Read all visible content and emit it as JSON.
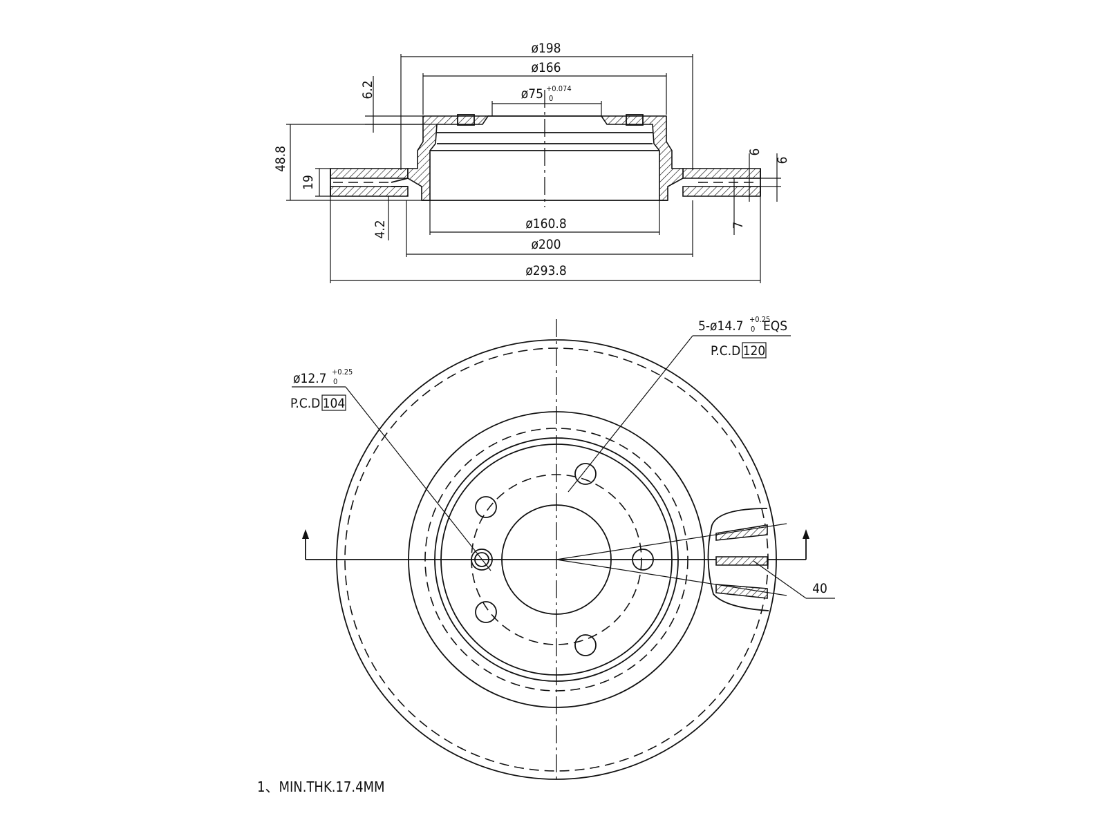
{
  "side_view": {
    "dim_198": "ø198",
    "dim_166": "ø166",
    "dim_75_base": "ø75",
    "dim_75_tol_upper": "+0.074",
    "dim_75_tol_lower": "0",
    "dim_6_2": "6.2",
    "dim_48_8": "48.8",
    "dim_19": "19",
    "dim_4_2": "4.2",
    "dim_160_8": "ø160.8",
    "dim_200": "ø200",
    "dim_293_8": "ø293.8",
    "dim_6_a": "6",
    "dim_6_b": "6",
    "dim_7": "7"
  },
  "front_view": {
    "bolt_holes_label_base": "5-ø14.7",
    "bolt_holes_tol_upper": "+0.25",
    "bolt_holes_tol_lower": "0",
    "bolt_holes_suffix": "EQS",
    "bolt_pcd_prefix": "P.C.D",
    "bolt_pcd_value": "120",
    "pin_hole_label_base": "ø12.7",
    "pin_hole_tol_upper": "+0.25",
    "pin_hole_tol_lower": "0",
    "pin_pcd_prefix": "P.C.D",
    "pin_pcd_value": "104",
    "vane_count": "40"
  },
  "notes": {
    "min_thickness": "1、MIN.THK.17.4MM"
  }
}
